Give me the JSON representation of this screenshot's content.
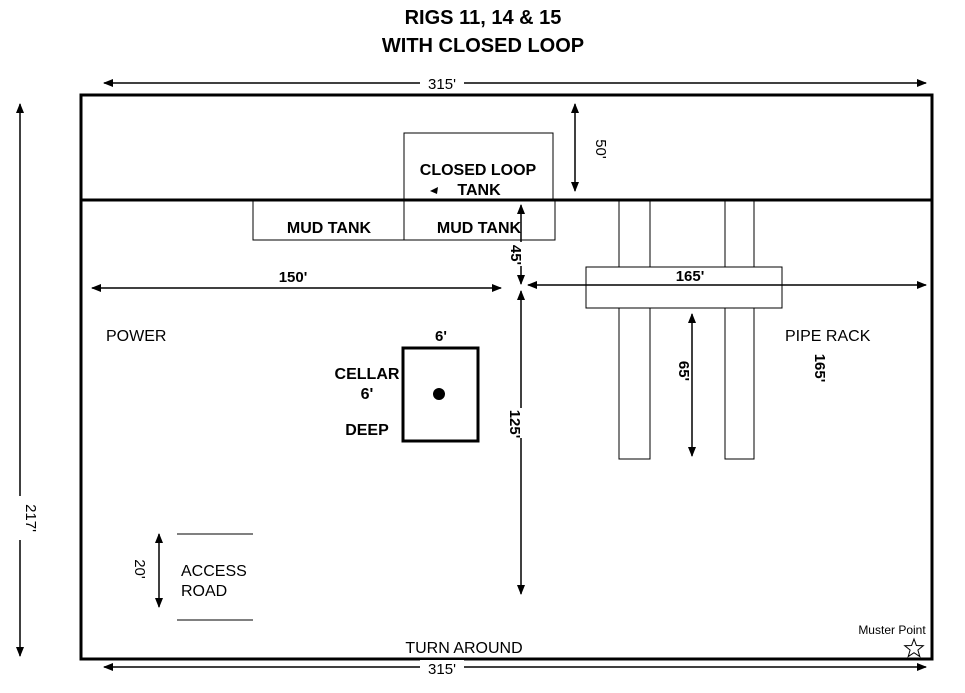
{
  "title": {
    "line1": "RIGS 11, 14 & 15",
    "line2": "WITH CLOSED LOOP"
  },
  "dimensions": {
    "top_width": "315'",
    "bottom_width": "315'",
    "left_height": "217'",
    "closed_loop_depth": "50'",
    "mud_tank_offset": "45'",
    "left_distance": "150'",
    "right_distance": "165'",
    "pipe_rack_depth": "65'",
    "pipe_rack_length": "165'",
    "cellar_width": "6'",
    "center_to_bottom": "125'",
    "access_road_width": "20'"
  },
  "labels": {
    "closed_loop_tank_1": "CLOSED LOOP",
    "closed_loop_tank_2": "TANK",
    "mud_tank_left": "MUD TANK",
    "mud_tank_right": "MUD TANK",
    "power": "POWER",
    "pipe_rack": "PIPE RACK",
    "cellar_1": "CELLAR",
    "cellar_2": "6'",
    "cellar_3": "DEEP",
    "access_road_1": "ACCESS",
    "access_road_2": "ROAD",
    "turn_around": "TURN AROUND",
    "muster_point": "Muster Point"
  }
}
